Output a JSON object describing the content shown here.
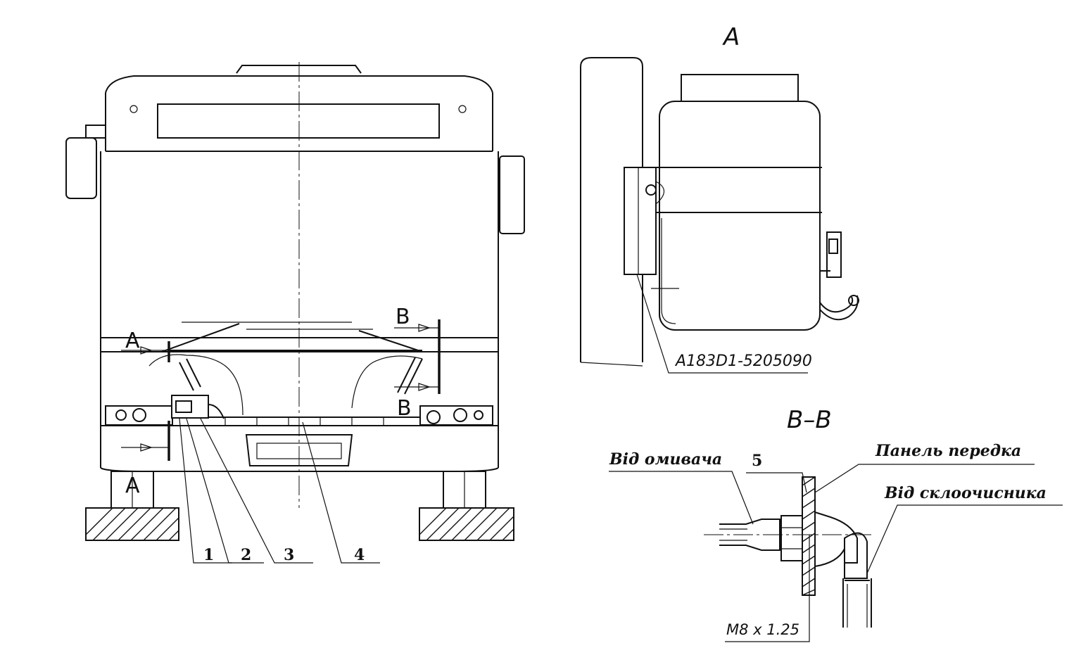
{
  "view_a_title": "A",
  "section_bb_title": "B–B",
  "section_a_left": "A",
  "section_a_bottom": "A",
  "section_b_top": "B",
  "section_b_bottom": "B",
  "tank_part_number": "A183D1-5205090",
  "thread_spec": "M8 x 1.25",
  "label_from_washer": "Від омивача",
  "label_front_panel": "Панель передка",
  "label_from_wiper": "Від склоочисника",
  "callouts": [
    "1",
    "2",
    "3",
    "4",
    "5"
  ]
}
